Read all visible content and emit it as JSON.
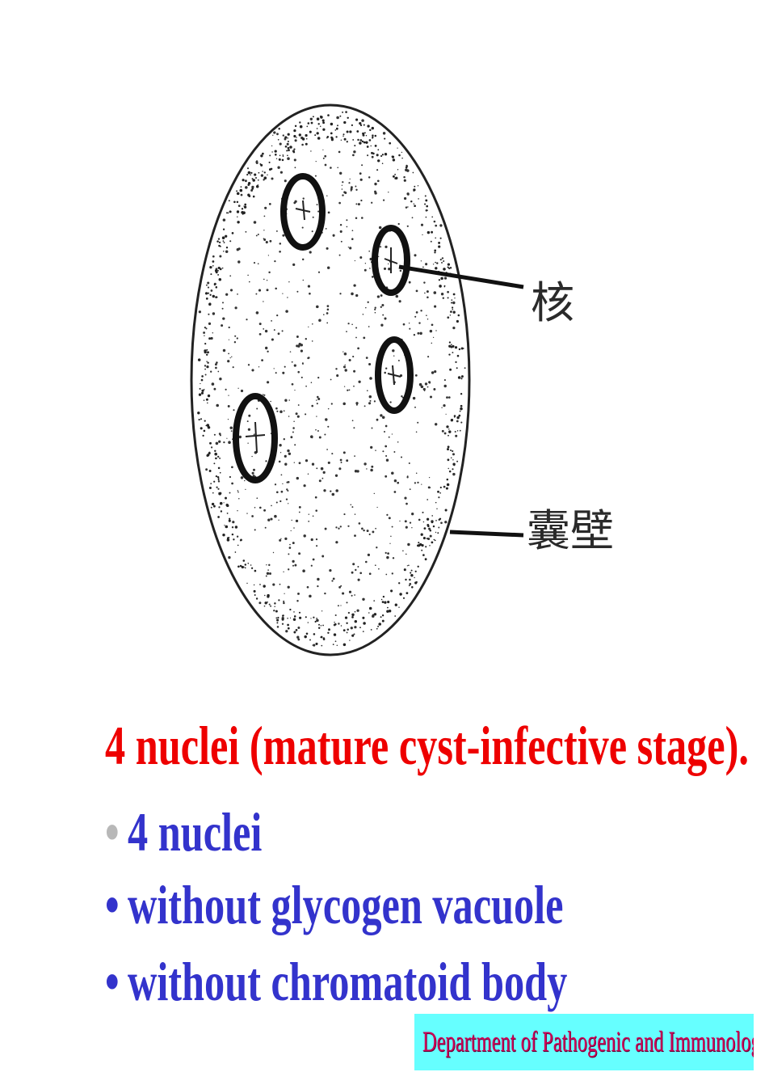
{
  "diagram": {
    "labels": {
      "nucleus": "核",
      "cyst_wall": "囊壁"
    }
  },
  "heading": "4 nuclei (mature cyst-infective stage).",
  "bullets": [
    {
      "marker": "•",
      "text": "4 nuclei"
    },
    {
      "marker": "•",
      "text": "without glycogen vacuole"
    },
    {
      "marker": "•",
      "text": "without chromatoid body"
    }
  ],
  "footer": {
    "department": "Department of Pathogenic and Immunology"
  },
  "colors": {
    "heading": "#ee0000",
    "bullets": "#3333cc",
    "first_bullet_marker": "#b8b8b8",
    "footer_background": "#66ffff",
    "footer_text": "#cc0055"
  }
}
